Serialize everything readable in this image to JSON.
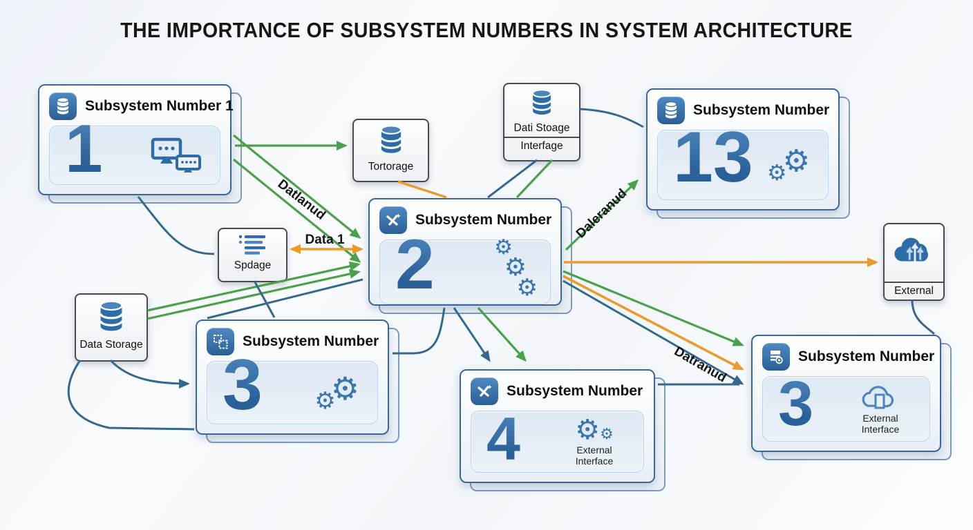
{
  "title": "THE IMPORTANCE OF SUBSYSTEM NUMBERS IN SYSTEM ARCHITECTURE",
  "colors": {
    "arrow_green": "#4ba04b",
    "arrow_orange": "#eb9b2d",
    "arrow_blue": "#35688f",
    "card_border": "#39679a",
    "number_blue": "#2e6ca8"
  },
  "cards": {
    "s1": {
      "header": "Subsystem Number 1",
      "number": "1",
      "icon": "database-icon",
      "panel_icon": "chat-monitors-icon"
    },
    "s13": {
      "header": "Subsystem Number",
      "number": "13",
      "icon": "database-icon",
      "panel_icon": "gears-icon"
    },
    "s2": {
      "header": "Subsystem Number",
      "number": "2",
      "icon": "tools-icon",
      "panel_icon": "gears-cascade-icon"
    },
    "s3l": {
      "header": "Subsystem Number",
      "number": "3",
      "icon": "modules-icon",
      "panel_icon": "gears-icon"
    },
    "s4": {
      "header": "Subsystem Number",
      "number": "4",
      "icon": "tools-icon",
      "panel_icon": "gear-external-icon",
      "note": "External Interface"
    },
    "s3r": {
      "header": "Subsystem Number",
      "number": "3",
      "icon": "report-icon",
      "panel_icon": "cloud-icon",
      "note": "External Interface"
    }
  },
  "nodes": {
    "tortorage": {
      "label": "Tortorage",
      "icon": "database-icon"
    },
    "datstoage": {
      "label": "Dati Stoage",
      "sub": "Interfage",
      "icon": "database-icon"
    },
    "spdage": {
      "label": "Spdage",
      "icon": "list-icon"
    },
    "datastorage": {
      "label": "Data Storage",
      "icon": "database-icon"
    },
    "external": {
      "label": "External",
      "icon": "cloud-upload-icon"
    }
  },
  "edge_labels": {
    "datlanud": "Datlanud",
    "data1": "Data 1",
    "daleranud": "Daleranud",
    "datranud": "Datranud"
  }
}
